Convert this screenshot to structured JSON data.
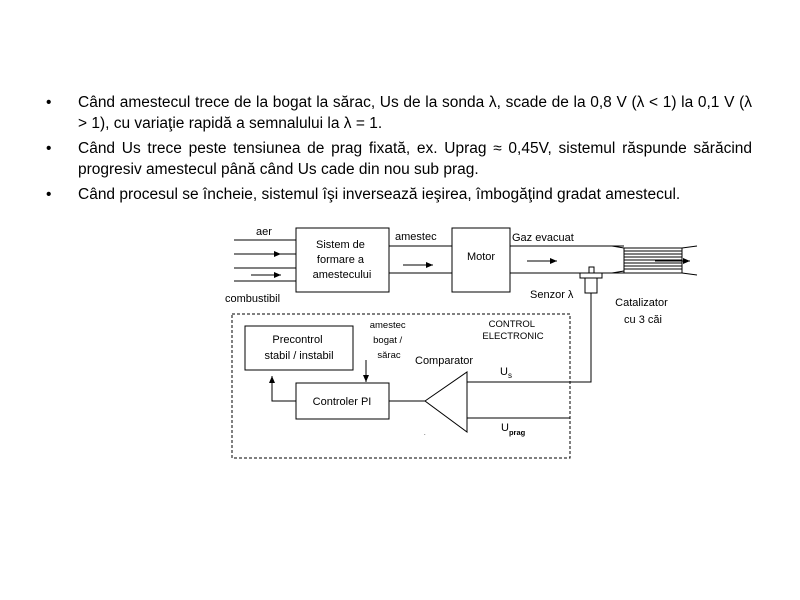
{
  "bullets": [
    "Când amestecul trece de la bogat la sărac, Us de la sonda λ, scade de la 0,8 V (λ < 1) la 0,1 V (λ > 1), cu variaţie rapidă a semnalului la λ = 1.",
    "Când Us trece peste tensiunea de prag fixată, ex. Uprag ≈ 0,45V, sistemul răspunde sărăcind progresiv amestecul până când Us cade din nou sub prag.",
    "Când procesul se încheie, sistemul îşi inversează ieşirea, îmbogăţind gradat amestecul."
  ],
  "diagram": {
    "aer": "aer",
    "combustibil": "combustibil",
    "sistem": [
      "Sistem de",
      "formare a",
      "amestecului"
    ],
    "amestec": "amestec",
    "motor": "Motor",
    "gaz": "Gaz evacuat",
    "senzor": "Senzor λ",
    "catalizator": [
      "Catalizator",
      "cu 3 căi"
    ],
    "control": [
      "CONTROL",
      "ELECTRONIC"
    ],
    "amestec_bogat": [
      "amestec",
      "bogat /",
      "sărac"
    ],
    "precontrol": [
      "Precontrol",
      "stabil / instabil"
    ],
    "comparator": "Comparator",
    "controler": "Controler PI",
    "us": {
      "main": "U",
      "sub": "s"
    },
    "uprag": {
      "main": "U",
      "sub": "prag"
    }
  }
}
